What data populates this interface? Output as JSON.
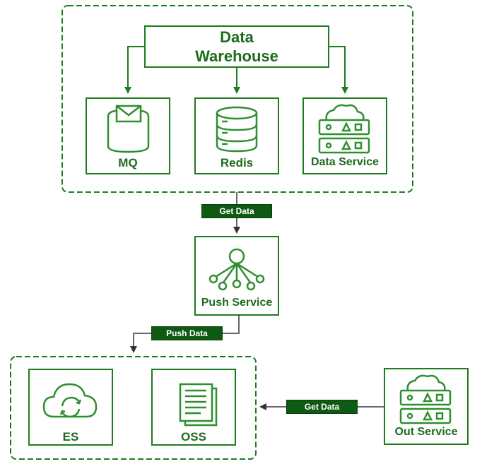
{
  "colors": {
    "stroke": "#1e7b1e",
    "text": "#1e6b1e",
    "tag_bg": "#0f5a12",
    "tag_text": "#ffffff",
    "arrow_dark": "#333333"
  },
  "nodes": {
    "warehouse": "Data\nWarehouse",
    "mq": "MQ",
    "redis": "Redis",
    "data_service": "Data Service",
    "push_service": "Push Service",
    "es": "ES",
    "oss": "OSS",
    "out_service": "Out Service"
  },
  "edges": {
    "get_data_top": "Get Data",
    "push_data": "Push Data",
    "get_data_right": "Get Data"
  },
  "icons": {
    "mq": "envelope-cylinder-icon",
    "redis": "database-icon",
    "data_service": "cloud-server-icon",
    "push_service": "hub-network-icon",
    "es": "cloud-sync-icon",
    "oss": "documents-icon",
    "out_service": "cloud-server-icon"
  }
}
